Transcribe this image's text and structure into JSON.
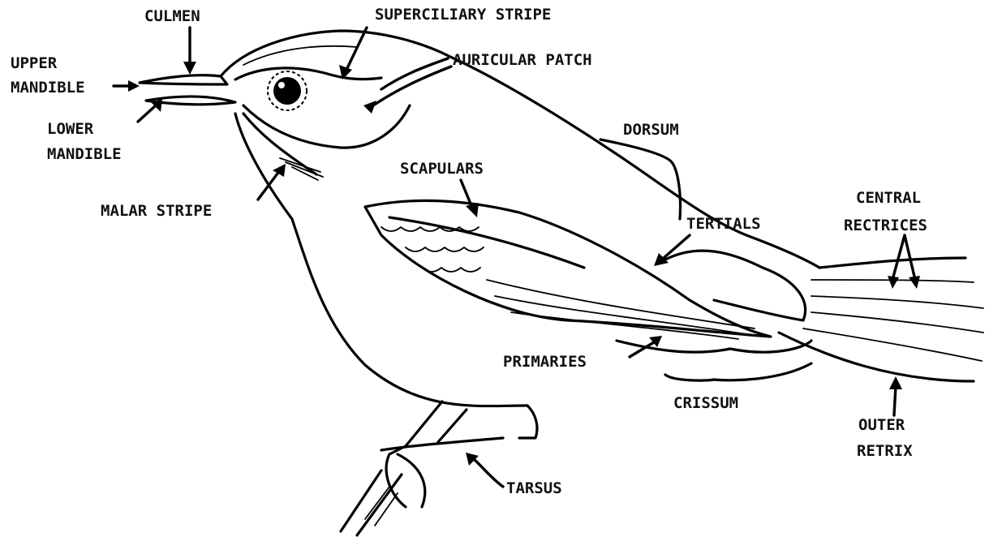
{
  "labels": {
    "culmen": "CULMEN",
    "superciliary_stripe": "SUPERCILIARY STRIPE",
    "upper_mandible_1": "UPPER",
    "upper_mandible_2": "MANDIBLE",
    "auricular_patch": "AURICULAR PATCH",
    "lower_mandible_1": "LOWER",
    "lower_mandible_2": "MANDIBLE",
    "dorsum": "DORSUM",
    "scapulars": "SCAPULARS",
    "central_rectrices_1": "CENTRAL",
    "central_rectrices_2": "RECTRICES",
    "malar_stripe": "MALAR STRIPE",
    "tertials": "TERTIALS",
    "primaries": "PRIMARIES",
    "crissum": "CRISSUM",
    "outer_retrix_1": "OUTER",
    "outer_retrix_2": "RETRIX",
    "tarsus": "TARSUS"
  },
  "colors": {
    "ink": "#000000",
    "background": "#ffffff"
  }
}
